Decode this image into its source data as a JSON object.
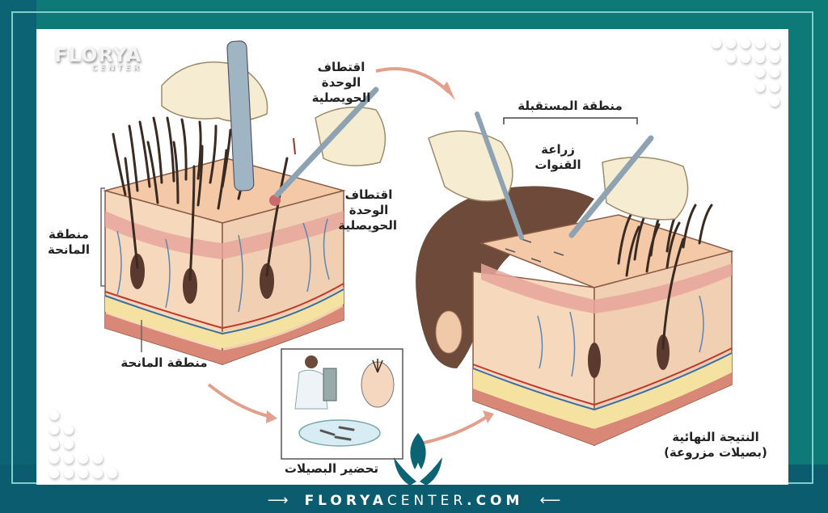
{
  "brand": {
    "logo_main": "FLORYA",
    "logo_sub": "CENTER",
    "footer_bold": "FLORYA",
    "footer_light": "CENTER",
    "footer_tail": ".COM",
    "colors": {
      "teal": "#0d7a78",
      "dark_teal": "#0b5f6f",
      "accent_line": "#7fd0cc"
    }
  },
  "labels": {
    "extraction_top": "اقتطاف الوحدة الحويصلية",
    "extraction_side": "اقتطاف الوحدة الحويصلية",
    "donor_area_side": "منطقة المانحة",
    "donor_area_bottom": "منطقة المانحة",
    "recipient_area": "منطقة المستقبلة",
    "channel_planting": "زراعة القنوات",
    "graft_preparation": "تحضير البصيلات",
    "final_result": "النتيجة النهائية",
    "final_result_sub": "(بصيلات مزروعة)"
  },
  "icons": {
    "footer_left": "arrow-right-icon",
    "footer_right": "arrow-left-icon",
    "brand_mark": "leaf-logo-icon"
  }
}
